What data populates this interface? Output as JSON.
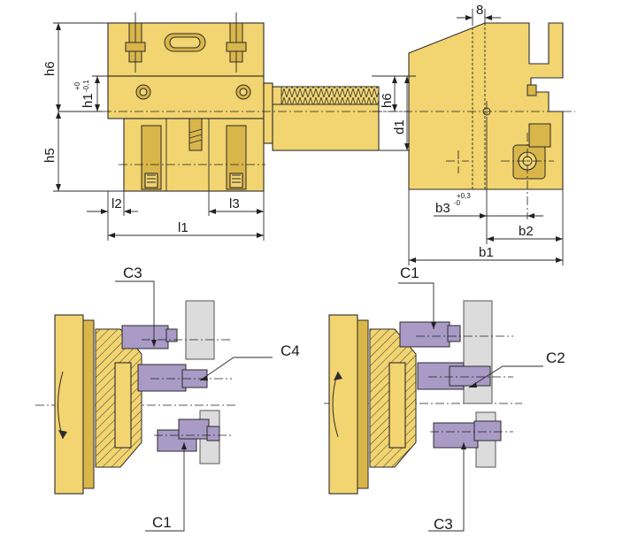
{
  "colors": {
    "holder_body": "#f2d470",
    "holder_shade": "#d9b64a",
    "tool": "#a99ac6",
    "workpiece": "#dcdcdc",
    "line": "#2b2b2b"
  },
  "dimensions": {
    "h6_left": "h6",
    "h1": "h1",
    "h1_tol_upper": "+0",
    "h1_tol_lower": "-0,1",
    "h5": "h5",
    "l2": "l2",
    "l3": "l3",
    "l1": "l1",
    "h6_right": "h6",
    "d1": "d1",
    "width_8": "8",
    "b3": "b3",
    "b3_tol_upper": "+0,3",
    "b3_tol_lower": "-0",
    "b2": "b2",
    "b1": "b1"
  },
  "callouts": {
    "left": {
      "top": "C3",
      "right": "C4",
      "bottom": "C1"
    },
    "right": {
      "top": "C1",
      "right": "C2",
      "bottom": "C3"
    }
  }
}
